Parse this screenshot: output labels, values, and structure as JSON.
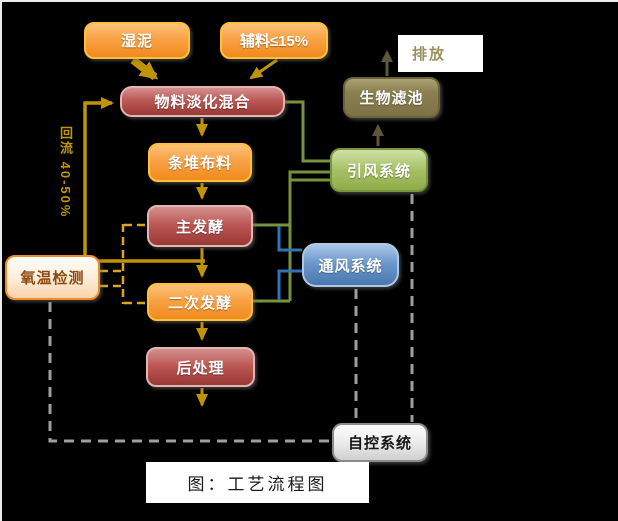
{
  "nodes": {
    "wet_mud": "湿泥",
    "auxiliary_material": "辅料≤15%",
    "material_mixing": "物料淡化混合",
    "windrow_laying": "条堆布料",
    "primary_fermentation": "主发酵",
    "secondary_fermentation": "二次发酵",
    "post_treatment": "后处理",
    "oxygen_temperature_detection": "氧温检测",
    "biofilter": "生物滤池",
    "induced_draft_system": "引风系统",
    "ventilation_system": "通风系统",
    "automatic_control_system": "自控系统"
  },
  "annotations": {
    "discharge": "排放",
    "recycle_rate": "回流 40-50%",
    "caption": "图：工艺流程图"
  },
  "colors": {
    "background": "#000000",
    "orange_node": "#F79646",
    "red_node": "#C0504D",
    "light_green_node": "#9BBB59",
    "blue_node": "#4F81BD",
    "olive_node": "#8A8050",
    "cream_node": "#FDEEDC",
    "gray_node": "#E8E8E8",
    "gold_line": "#C0940A",
    "sensor_dashed_line": "#DAA520",
    "control_dashed_line": "#9E9E9E",
    "green_line": "#76923C",
    "blue_line": "#2E75B6",
    "khaki_arrow": "#5F5639"
  }
}
